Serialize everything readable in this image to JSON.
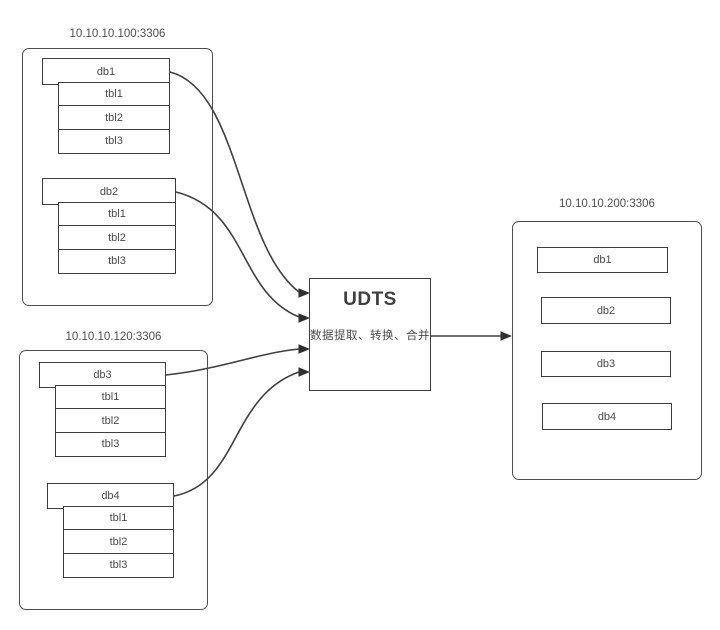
{
  "diagram": {
    "udts": {
      "title": "UDTS",
      "subtitle": "数据提取、转换、合并"
    },
    "sources": [
      {
        "host": "10.10.10.100:3306",
        "databases": [
          {
            "name": "db1",
            "tables": [
              "tbl1",
              "tbl2",
              "tbl3"
            ]
          },
          {
            "name": "db2",
            "tables": [
              "tbl1",
              "tbl2",
              "tbl3"
            ]
          }
        ]
      },
      {
        "host": "10.10.10.120:3306",
        "databases": [
          {
            "name": "db3",
            "tables": [
              "tbl1",
              "tbl2",
              "tbl3"
            ]
          },
          {
            "name": "db4",
            "tables": [
              "tbl1",
              "tbl2",
              "tbl3"
            ]
          }
        ]
      }
    ],
    "target": {
      "host": "10.10.10.200:3306",
      "databases": [
        "db1",
        "db2",
        "db3",
        "db4"
      ]
    },
    "colors": {
      "line": "#3f3f3f",
      "text": "#4a4a4a",
      "background": "#ffffff"
    }
  }
}
